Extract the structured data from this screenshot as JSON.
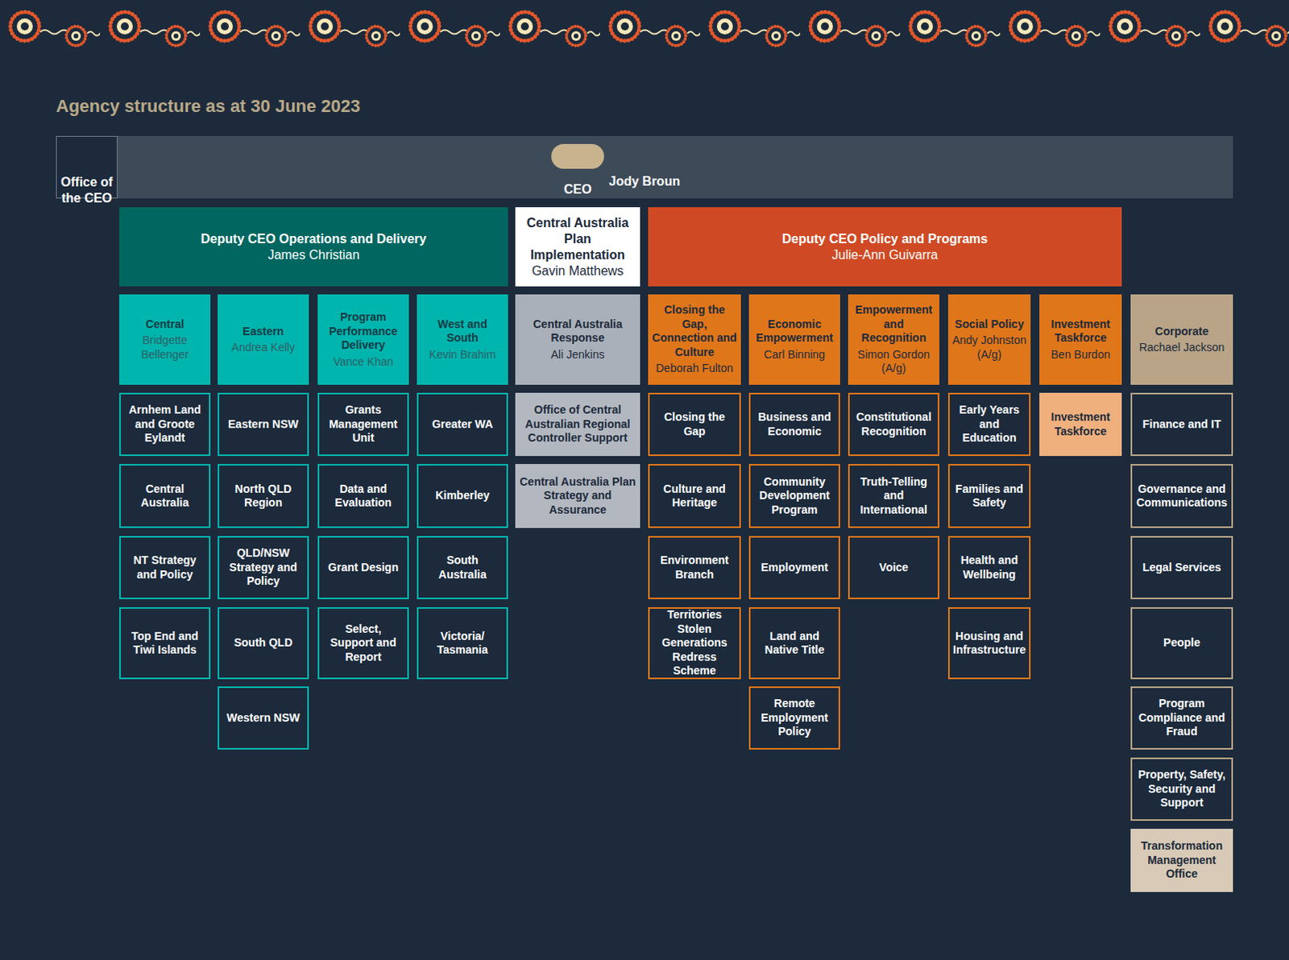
{
  "diagram": {
    "title": "Agency structure as at 30 June 2023",
    "nodes": [
      {
        "text": [
          "Jody Broun"
        ]
      },
      {
        "text": [
          "Office of the CEO"
        ],
        "in": 0
      },
      {
        "text": [
          "CEO"
        ],
        "in": 0
      },
      {
        "text": [
          "Deputy CEO Operations and Delivery",
          "James Christian"
        ]
      },
      {
        "text": [
          "Central Australia Plan Implementation",
          "Gavin Matthews"
        ]
      },
      {
        "text": [
          "Deputy CEO Policy and Programs",
          "Julie-Ann Guivarra"
        ]
      },
      {
        "text": [
          "Central",
          "Bridgette Bellenger"
        ]
      },
      {
        "text": [
          "Eastern",
          "Andrea Kelly"
        ]
      },
      {
        "text": [
          "Program Performance Delivery",
          "Vance Khan"
        ]
      },
      {
        "text": [
          "West and South",
          "Kevin Brahim"
        ]
      },
      {
        "text": [
          "Central Australia Response",
          "Ali Jenkins"
        ]
      },
      {
        "text": [
          "Closing the Gap, Connection and Culture",
          "Deborah Fulton"
        ]
      },
      {
        "text": [
          "Economic Empowerment",
          "Carl Binning"
        ]
      },
      {
        "text": [
          "Empowerment and Recognition",
          "Simon Gordon (A/g)"
        ]
      },
      {
        "text": [
          "Social Policy",
          "Andy Johnston (A/g)"
        ]
      },
      {
        "text": [
          "Investment Taskforce",
          "Ben Burdon"
        ]
      },
      {
        "text": [
          "Corporate",
          "Rachael Jackson"
        ]
      },
      {
        "text": [
          "Arnhem Land and Groote Eylandt"
        ]
      },
      {
        "text": [
          "Eastern NSW"
        ]
      },
      {
        "text": [
          "Grants Management Unit"
        ]
      },
      {
        "text": [
          "Greater WA"
        ]
      },
      {
        "text": [
          "Office of Central Australian Regional Controller Support"
        ]
      },
      {
        "text": [
          "Closing the Gap"
        ]
      },
      {
        "text": [
          "Business and Economic"
        ]
      },
      {
        "text": [
          "Constitutional Recognition"
        ]
      },
      {
        "text": [
          "Early Years and Education"
        ]
      },
      {
        "text": [
          "Investment Taskforce"
        ]
      },
      {
        "text": [
          "Finance and IT"
        ]
      },
      {
        "text": [
          "Central Australia"
        ]
      },
      {
        "text": [
          "North QLD Region"
        ]
      },
      {
        "text": [
          "Data and Evaluation"
        ]
      },
      {
        "text": [
          "Kimberley"
        ]
      },
      {
        "text": [
          "Central Australia Plan Strategy and Assurance"
        ]
      },
      {
        "text": [
          "Culture and Heritage"
        ]
      },
      {
        "text": [
          "Community Development Program"
        ]
      },
      {
        "text": [
          "Truth-Telling and International"
        ]
      },
      {
        "text": [
          "Families and Safety"
        ]
      },
      {
        "text": [
          "Governance and Communications"
        ]
      },
      {
        "text": [
          "NT Strategy and Policy"
        ]
      },
      {
        "text": [
          "QLD/NSW Strategy and Policy"
        ]
      },
      {
        "text": [
          "Grant Design"
        ]
      },
      {
        "text": [
          "South Australia"
        ]
      },
      {
        "text": [
          "Environment Branch"
        ]
      },
      {
        "text": [
          "Employment"
        ]
      },
      {
        "text": [
          "Voice"
        ]
      },
      {
        "text": [
          "Health and Wellbeing"
        ]
      },
      {
        "text": [
          "Legal Services"
        ]
      },
      {
        "text": [
          "Top End and Tiwi Islands"
        ]
      },
      {
        "text": [
          "South QLD"
        ]
      },
      {
        "text": [
          "Select, Support and Report"
        ]
      },
      {
        "text": [
          "Victoria/ Tasmania"
        ]
      },
      {
        "text": [
          "Territories Stolen Generations Redress Scheme"
        ]
      },
      {
        "text": [
          "Land and Native Title"
        ]
      },
      {
        "text": [
          "Housing and Infrastructure"
        ]
      },
      {
        "text": [
          "People"
        ]
      },
      {
        "text": [
          "Western NSW"
        ]
      },
      {
        "text": [
          "Remote Employment Policy"
        ]
      },
      {
        "text": [
          "Program Compliance and Fraud"
        ]
      },
      {
        "text": [
          "Property, Safety, Security and Support"
        ]
      },
      {
        "text": [
          "Transformation Management Office"
        ]
      }
    ]
  }
}
